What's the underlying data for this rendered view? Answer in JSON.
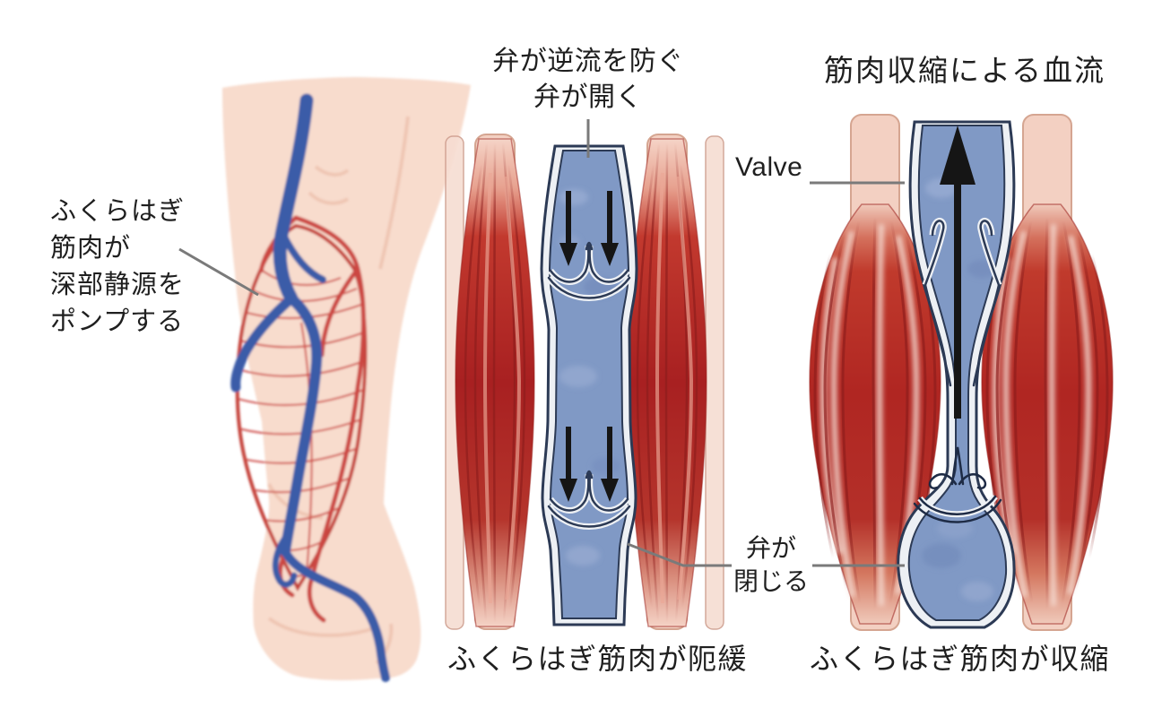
{
  "annotations": {
    "calf_pump_caption": "ふくらはぎ\n筋肉が\n深部静源を\nポンプする",
    "valve_open_title": "弁が逆流を防ぐ\n弁が開く",
    "contraction_flow_title": "筋肉収縮による血流",
    "valve_en_label": "Valve",
    "valve_close_label": "弁が\n閉じる",
    "relaxed_caption": "ふくらはぎ筋肉が阨緩",
    "contracted_caption": "ふくらはぎ筋肉が収縮"
  },
  "colors": {
    "background": "#ffffff",
    "text": "#1f1f1f",
    "callout_line": "#7a7a7a",
    "muscle_red": "#b22a28",
    "muscle_dark_red": "#8c1c1b",
    "tendon_pink": "#f3d0c2",
    "vein_wall_white": "#edf0f4",
    "vein_outline_navy": "#2c3a55",
    "vein_lumen_blue": "#8099c5",
    "skin": "#f8dccd",
    "leg_vein_blue": "#3b5ca8",
    "artery_red": "#cc4742",
    "arrow_black": "#151515"
  }
}
